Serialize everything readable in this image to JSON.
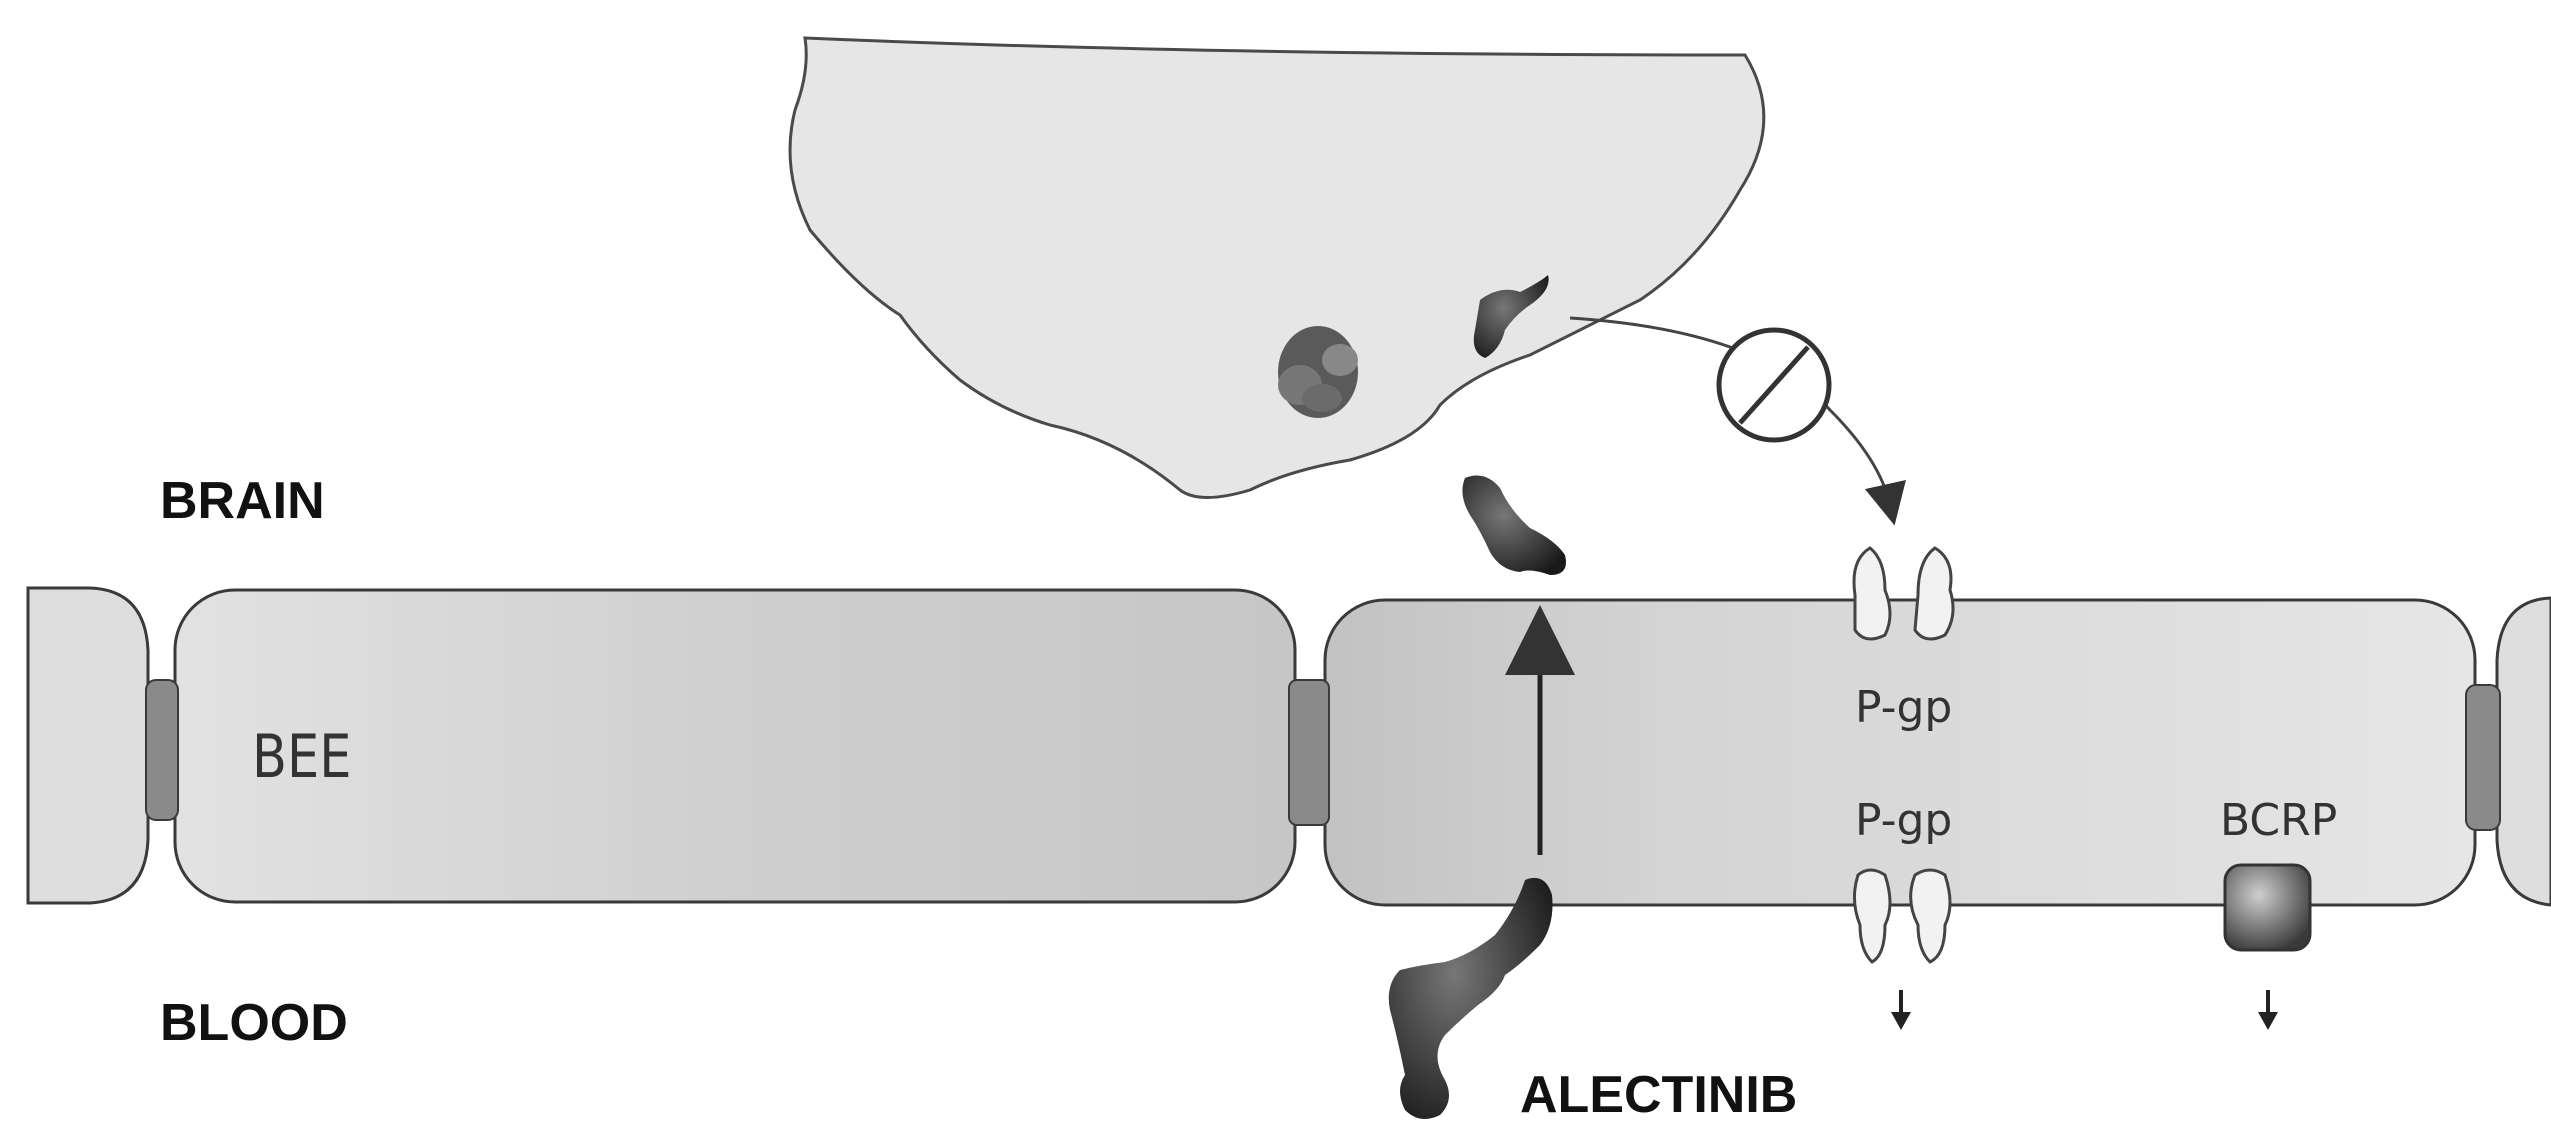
{
  "labels": {
    "brain": "BRAIN",
    "blood": "BLOOD",
    "bee": "BEE",
    "pgp_top": "P-gp",
    "pgp_bottom": "P-gp",
    "bcrp": "BCRP",
    "drug": "ALECTINIB"
  },
  "colors": {
    "cell_fill": "#dcdcdc",
    "cell_fill_dark": "#c4c4c4",
    "outline": "#3a3a3a",
    "junction": "#8a8a8a",
    "tumor_fill": "#e4e4e4",
    "drug_fill": "#2a2a2a"
  },
  "icons": [
    "inhibition-symbol",
    "arrow-up",
    "arrow-down",
    "curved-arrow"
  ]
}
